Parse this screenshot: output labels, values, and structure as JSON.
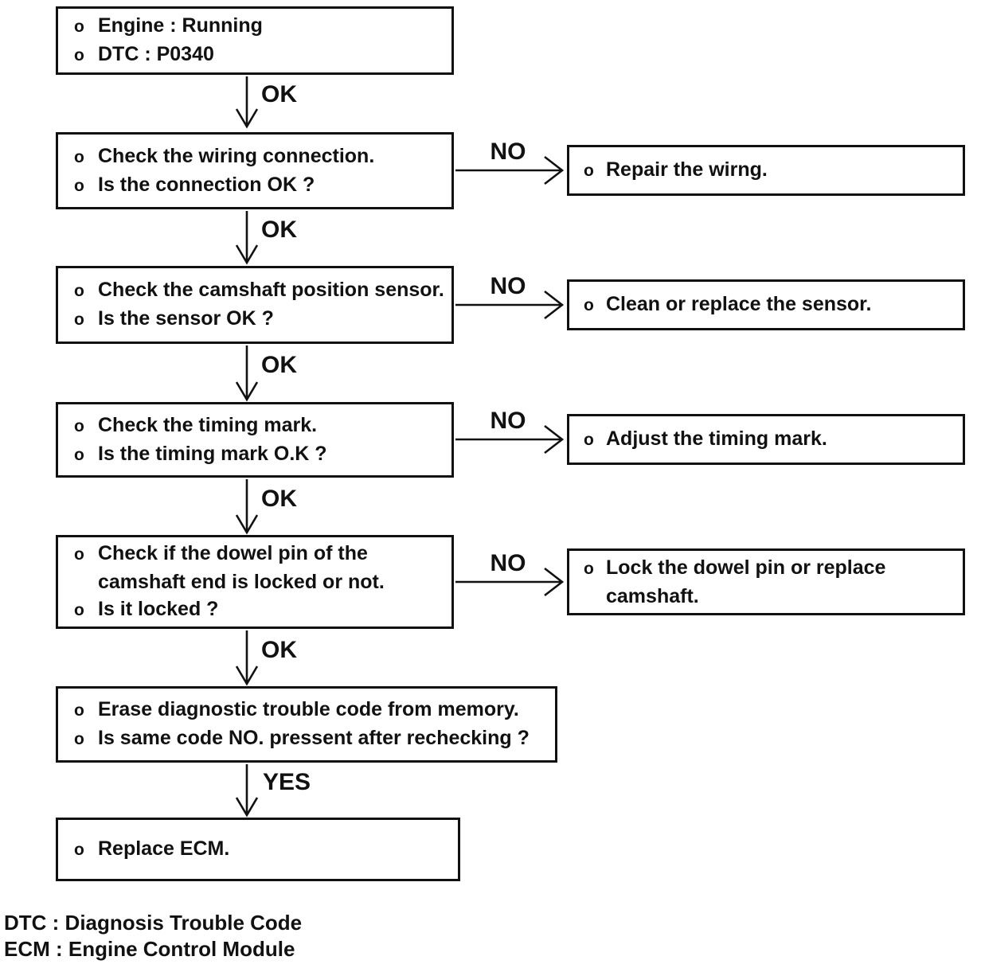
{
  "diagram": {
    "bullet": "o",
    "colors": {
      "ink": "#111111",
      "paper": "#ffffff"
    },
    "boxes": {
      "start": [
        "Engine : Running",
        "DTC : P0340"
      ],
      "check_wiring": [
        "Check the wiring connection.",
        "Is the connection OK ?"
      ],
      "repair_wiring": [
        "Repair the wirng."
      ],
      "check_sensor": [
        "Check the camshaft position sensor.",
        "Is the sensor OK ?"
      ],
      "clean_sensor": [
        "Clean or replace the sensor."
      ],
      "check_timing": [
        "Check the timing mark.",
        "Is the timing mark O.K ?"
      ],
      "adjust_timing": [
        "Adjust the timing mark."
      ],
      "check_dowel": [
        "Check if the dowel pin of the",
        "camshaft end is locked or not.",
        "Is it locked ?"
      ],
      "lock_dowel": [
        "Lock the dowel pin or replace",
        "camshaft."
      ],
      "erase_dtc": [
        "Erase diagnostic trouble code from memory.",
        "Is same code NO. pressent after rechecking ?"
      ],
      "replace_ecm": [
        "Replace ECM."
      ]
    },
    "labels": {
      "ok": "OK",
      "no": "NO",
      "yes": "YES"
    },
    "legend": [
      "DTC : Diagnosis Trouble Code",
      "ECM : Engine Control Module"
    ]
  }
}
